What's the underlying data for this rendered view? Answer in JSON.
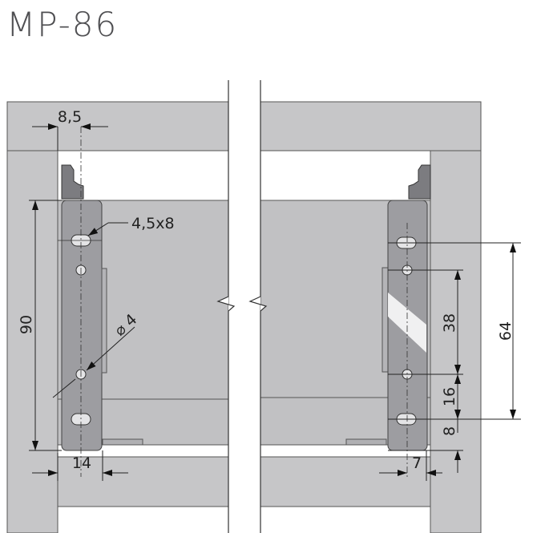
{
  "title": "MP-86",
  "dimensions": {
    "top_offset": "8,5",
    "slot_size": "4,5x8",
    "hole_diameter": "⌀ 4",
    "height": "90",
    "bottom_left": "14",
    "spacing_64": "64",
    "spacing_38": "38",
    "spacing_16": "16",
    "spacing_8": "8",
    "bottom_right": "7"
  },
  "colors": {
    "panel": "#c6c6c8",
    "bracket": "#9d9da1"
  }
}
